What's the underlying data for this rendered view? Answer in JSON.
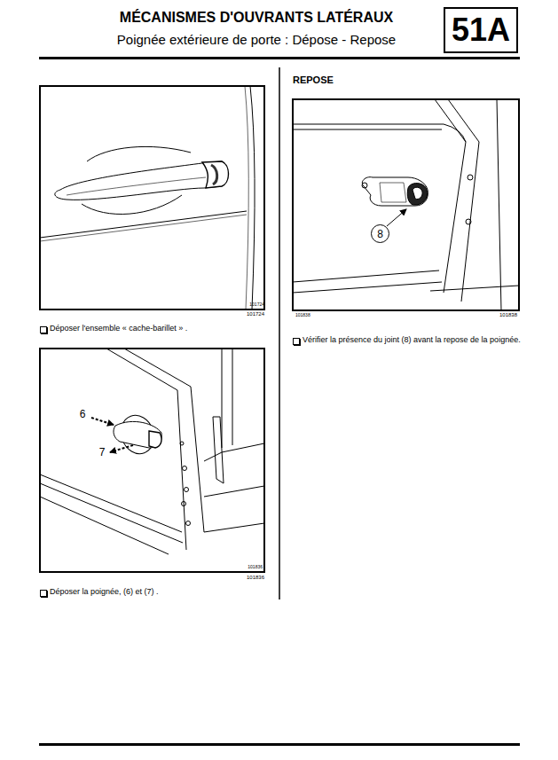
{
  "diagram": {
    "title": "MÉCANISMES D'OUVRANTS LATÉRAUX",
    "nodes": [
      {
        "text": [
          "51A"
        ]
      },
      {
        "text": [
          "8"
        ]
      }
    ],
    "labels": [
      "Poignée extérieure de porte : Dépose - Repose",
      "101724",
      "101724",
      "Déposer l'ensemble « cache-barillet » .",
      "6",
      "7",
      "101836",
      "101836",
      "Déposer la poignée, (6) et (7) .",
      "REPOSE",
      "101838",
      "101838",
      "Vérifier la présence du joint (8) avant la repose de la poignée."
    ]
  }
}
